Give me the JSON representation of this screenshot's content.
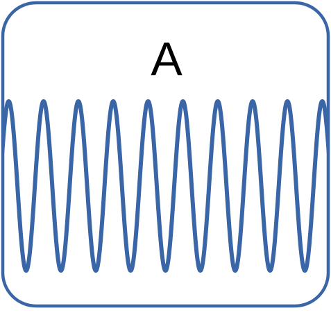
{
  "panel": {
    "label": "A"
  },
  "waveform": {
    "type": "sine",
    "cycles": 9.5,
    "color": "#3A66A7"
  },
  "frame": {
    "border_color": "#3A66A7",
    "background": "#FFFFFF"
  }
}
